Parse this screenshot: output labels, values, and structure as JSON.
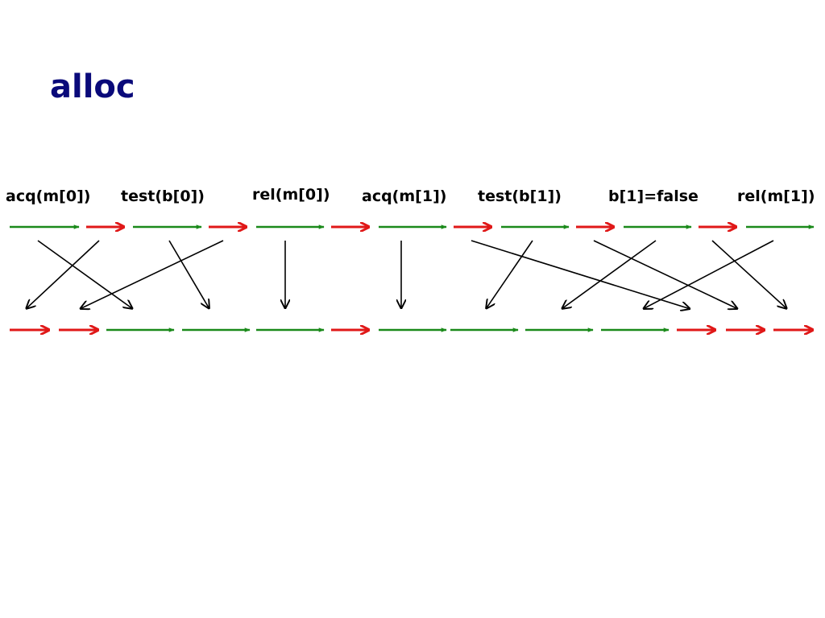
{
  "slide": {
    "title": "alloc"
  },
  "diagram": {
    "colors": {
      "green": "#1a8a1a",
      "red": "#e01818",
      "black": "#000000",
      "title": "#0a0a7a"
    },
    "operations": [
      {
        "label": "acq(m[0])"
      },
      {
        "label": "test(b[0])"
      },
      {
        "label": "rel(m[0])"
      },
      {
        "label": "acq(m[1])"
      },
      {
        "label": "test(b[1])"
      },
      {
        "label": "b[1]=false"
      },
      {
        "label": "rel(m[1])"
      }
    ],
    "top_row_colors": [
      "green",
      "red",
      "green",
      "red",
      "green",
      "red",
      "green",
      "red",
      "green",
      "red",
      "green",
      "red",
      "green"
    ],
    "bottom_row_colors": [
      "red",
      "red",
      "green",
      "green",
      "green",
      "red",
      "green",
      "green",
      "green",
      "green",
      "red",
      "red",
      "red"
    ]
  }
}
